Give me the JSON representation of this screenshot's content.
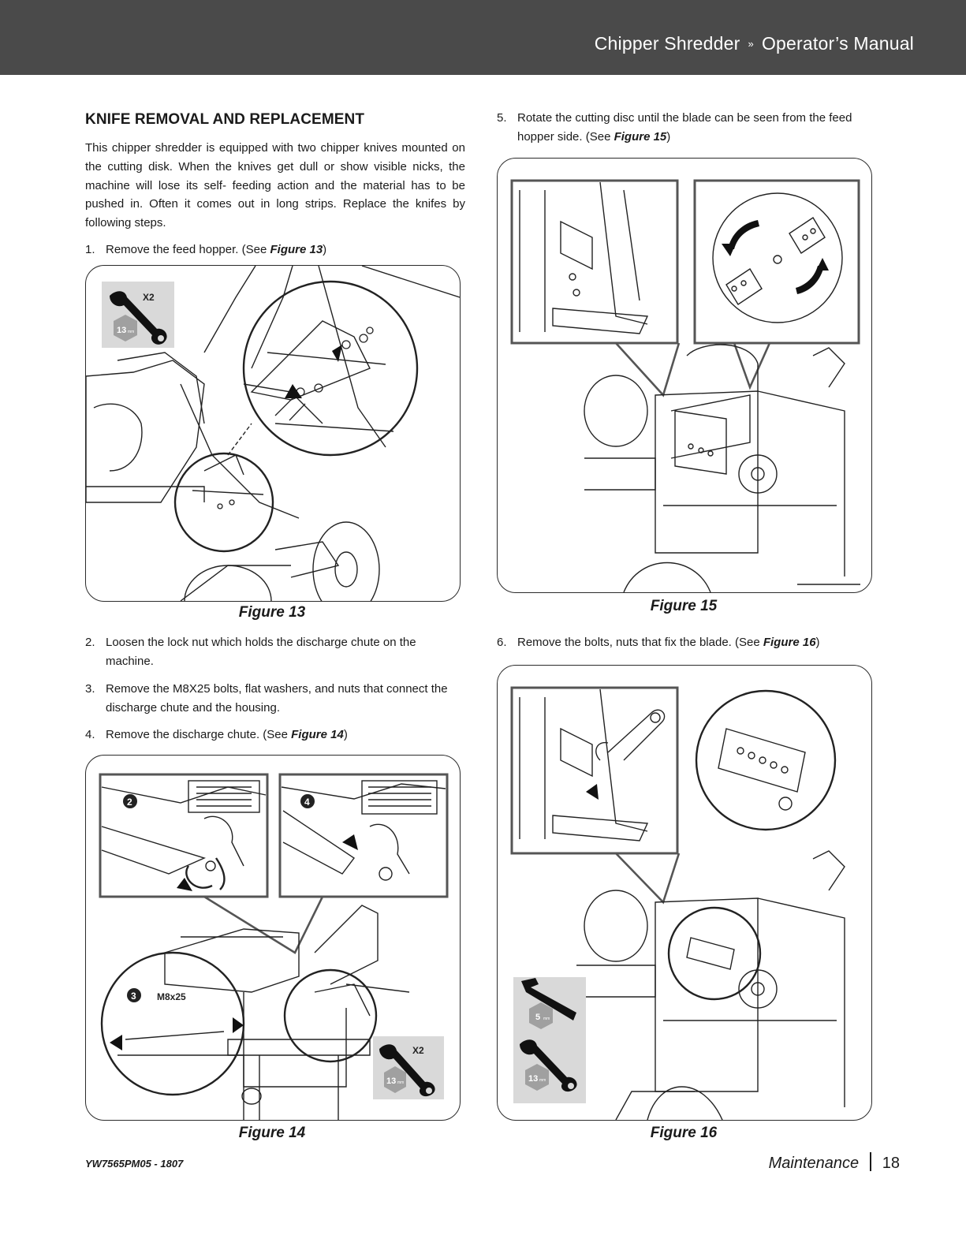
{
  "header": {
    "product": "Chipper Shredder",
    "separator": "»",
    "manual": "Operator’s Manual"
  },
  "section": {
    "title": "KNIFE REMOVAL AND REPLACEMENT",
    "intro": "This chipper shredder is equipped with two chipper knives mounted on the cutting disk. When the knives get dull or show visible nicks, the machine will lose its self- feeding action and the material has to be pushed in. Often it comes out in long strips. Replace the knifes by following steps."
  },
  "steps": [
    {
      "num": "1.",
      "text": "Remove the feed hopper. (See ",
      "ref": "Figure 13",
      "close": ")"
    },
    {
      "num": "2.",
      "text": "Loosen the lock nut which holds the discharge chute on the machine.",
      "ref": "",
      "close": ""
    },
    {
      "num": "3.",
      "text": "Remove the M8X25 bolts, flat washers, and nuts that connect the discharge chute and the housing.",
      "ref": "",
      "close": ""
    },
    {
      "num": "4.",
      "text": "Remove the discharge chute. (See ",
      "ref": "Figure 14",
      "close": ")"
    },
    {
      "num": "5.",
      "text": "Rotate the cutting disc until the blade can be seen from the feed hopper side. (See ",
      "ref": "Figure 15",
      "close": ")"
    },
    {
      "num": "6.",
      "text": "Remove the bolts, nuts that fix the blade. (See ",
      "ref": "Figure 16",
      "close": ")"
    }
  ],
  "figures": {
    "fig13": {
      "caption": "Figure 13",
      "qty": "X2",
      "tool_size": "13",
      "tool_unit": "mm"
    },
    "fig14": {
      "caption": "Figure 14",
      "callout_2": "2",
      "callout_3": "3",
      "callout_4": "4",
      "bolt_label": "M8x25",
      "qty": "X2",
      "tool_size": "13",
      "tool_unit": "mm"
    },
    "fig15": {
      "caption": "Figure 15"
    },
    "fig16": {
      "caption": "Figure 16",
      "hex_size": "5",
      "hex_unit": "mm",
      "tool_size": "13",
      "tool_unit": "mm"
    }
  },
  "footer": {
    "doc_code": "YW7565PM05 - 1807",
    "section": "Maintenance",
    "page": "18"
  }
}
